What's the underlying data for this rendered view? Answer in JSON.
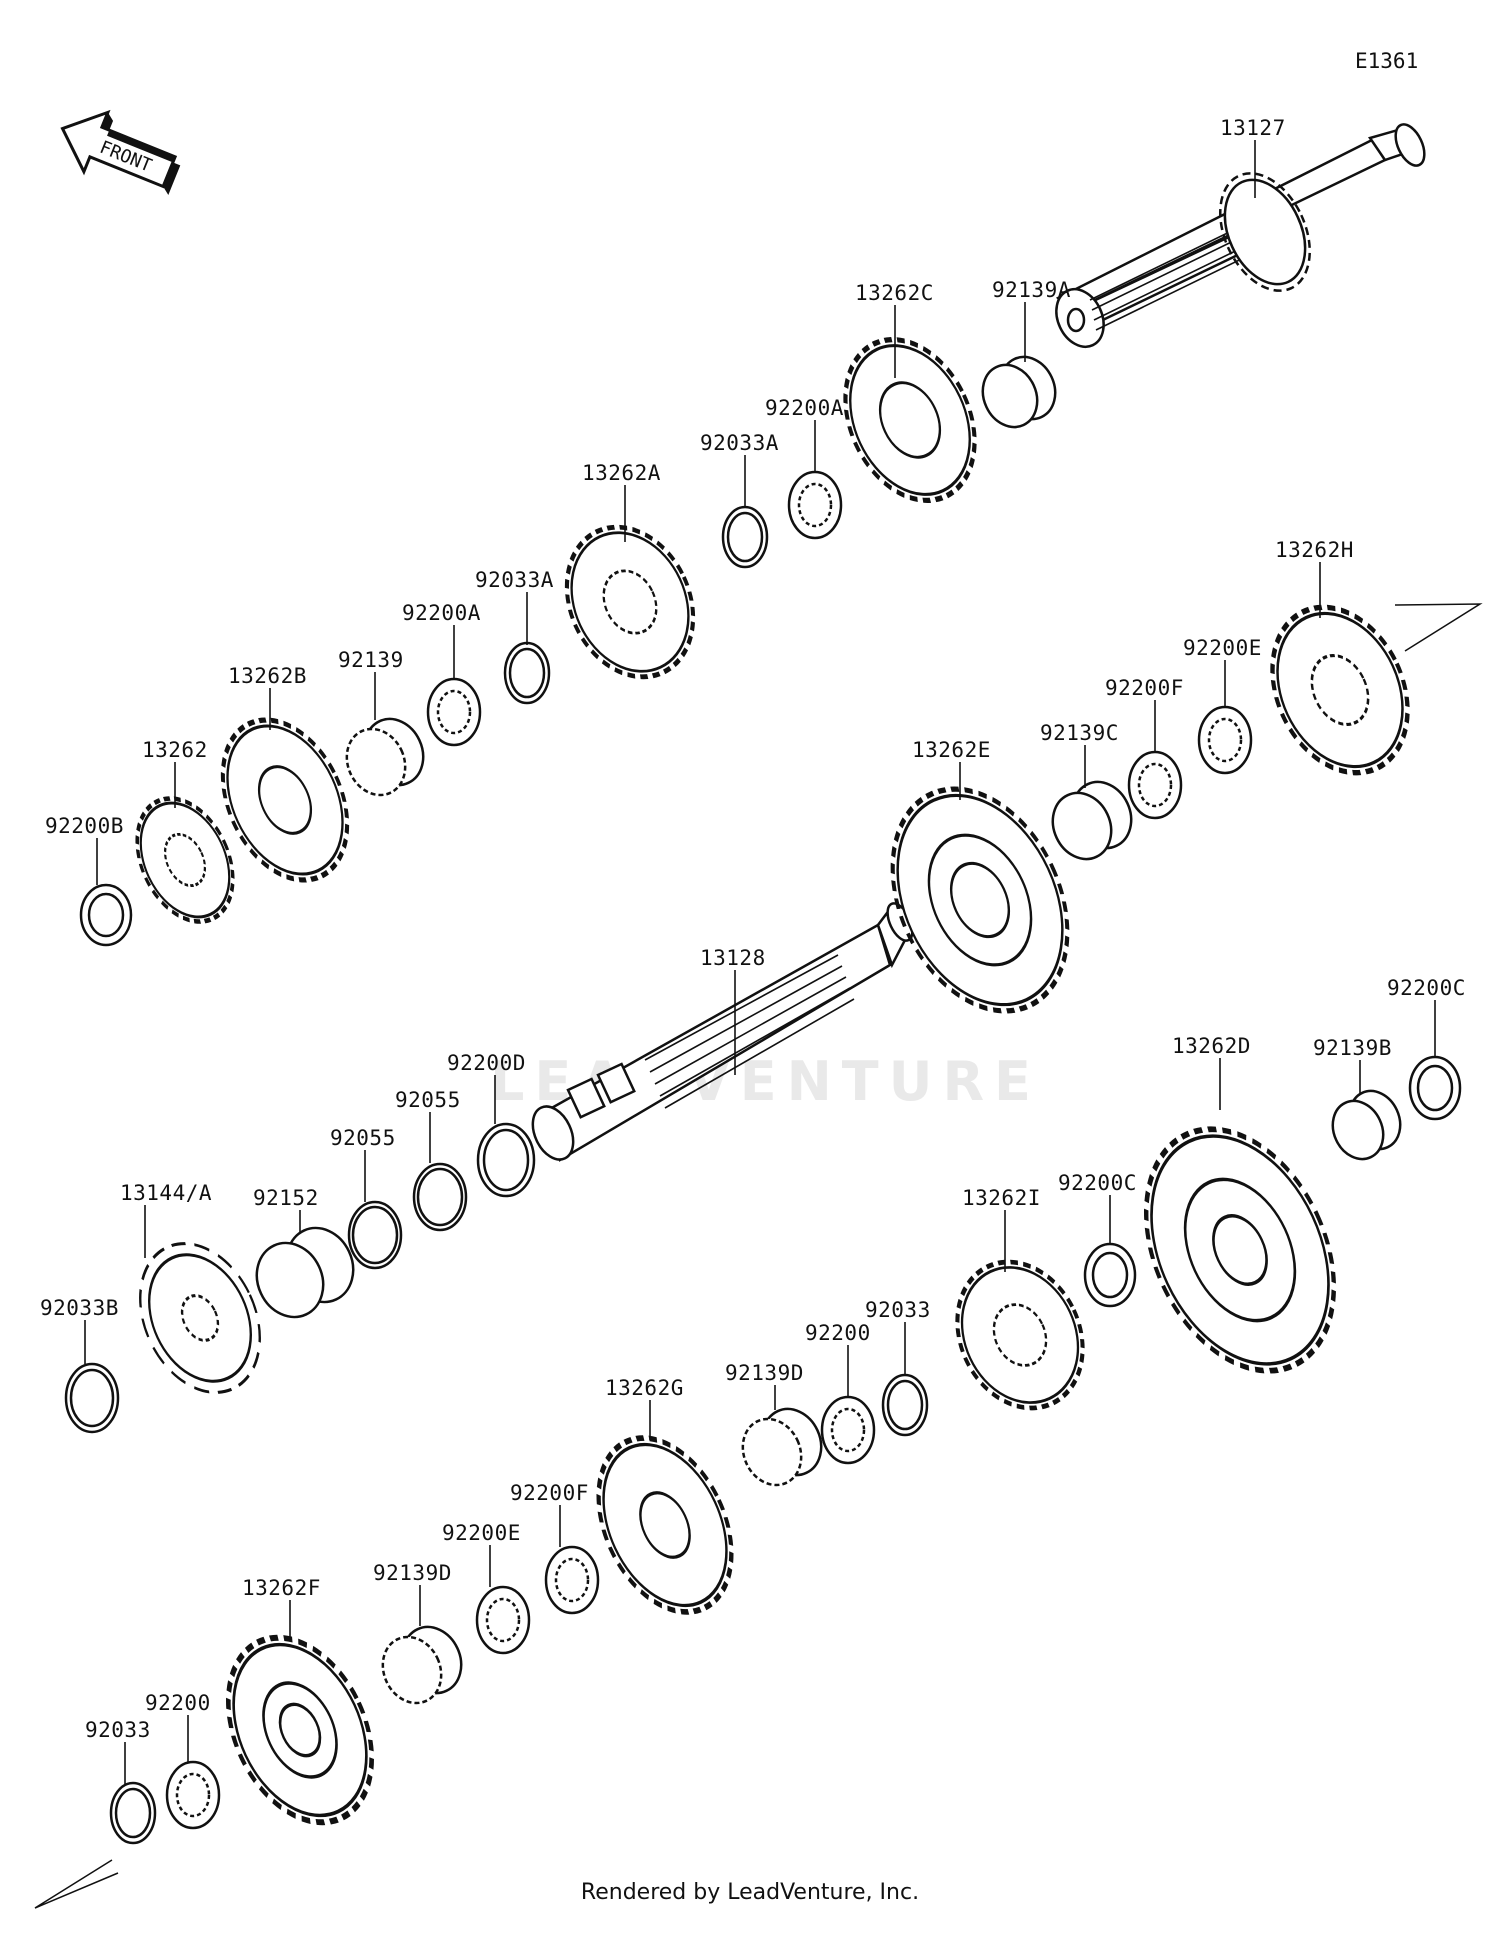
{
  "figure_id": "E1361",
  "front_label": "FRONT",
  "watermark": "LEADVENTURE",
  "footer": "Rendered by LeadVenture, Inc.",
  "parts": {
    "p13127": "13127",
    "p92139A": "92139A",
    "p13262C": "13262C",
    "p92200A_top": "92200A",
    "p92033A_top": "92033A",
    "p13262A": "13262A",
    "p92033A": "92033A",
    "p92200A": "92200A",
    "p92139": "92139",
    "p13262B": "13262B",
    "p13262": "13262",
    "p92200B": "92200B",
    "p13262H": "13262H",
    "p92200E_top": "92200E",
    "p92200F_top": "92200F",
    "p92139C": "92139C",
    "p13262E": "13262E",
    "p13128": "13128",
    "p92200D": "92200D",
    "p92055a": "92055",
    "p92055b": "92055",
    "p92152": "92152",
    "p13144A": "13144/A",
    "p92033B": "92033B",
    "p92200C_top": "92200C",
    "p92139B": "92139B",
    "p13262D": "13262D",
    "p92200C": "92200C",
    "p13262I": "13262I",
    "p92033_mid": "92033",
    "p92200_mid": "92200",
    "p92139D_mid": "92139D",
    "p13262G": "13262G",
    "p92200F": "92200F",
    "p92200E": "92200E",
    "p92139D": "92139D",
    "p13262F": "13262F",
    "p92200": "92200",
    "p92033": "92033"
  }
}
